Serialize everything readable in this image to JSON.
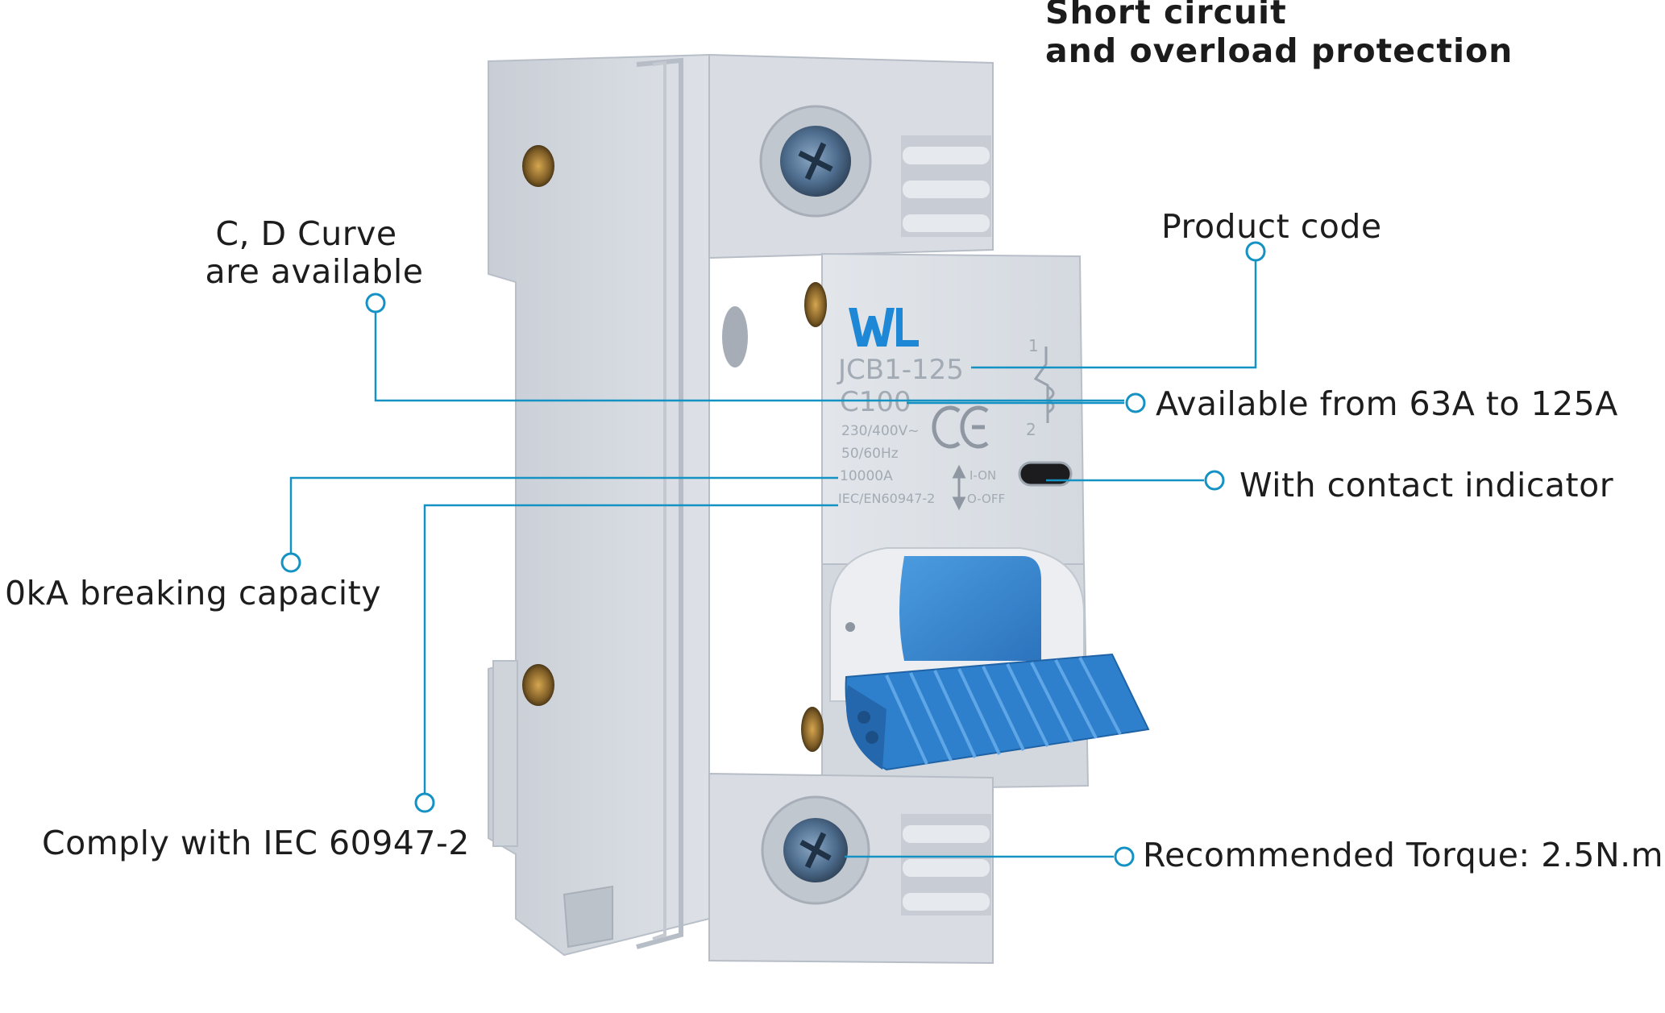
{
  "heading": {
    "line1": "Short circuit",
    "line2": "and overload protection"
  },
  "callouts": {
    "curve_line1": "C, D Curve",
    "curve_line2": "are available",
    "product_code": "Product code",
    "current_range": "Available from 63A to 125A",
    "contact_indicator": "With contact indicator",
    "breaking_capacity": "0kA breaking capacity",
    "iec": "Comply with IEC 60947-2",
    "torque": "Recommended  Torque: 2.5N.m"
  },
  "device": {
    "model": "JCB1-125",
    "rating": "C100",
    "voltage": "230/400V~",
    "frequency": "50/60Hz",
    "breaking": "10000A",
    "standard": "IEC/EN60947-2",
    "ce_mark": "CE",
    "on_label": "I-ON",
    "off_label": "O-OFF",
    "terminal_top": "1",
    "terminal_bottom": "2",
    "logo_text": "WL"
  },
  "colors": {
    "accent": "#1592c4",
    "toggle": "#3a86cf",
    "housing": "#d9dde3"
  }
}
